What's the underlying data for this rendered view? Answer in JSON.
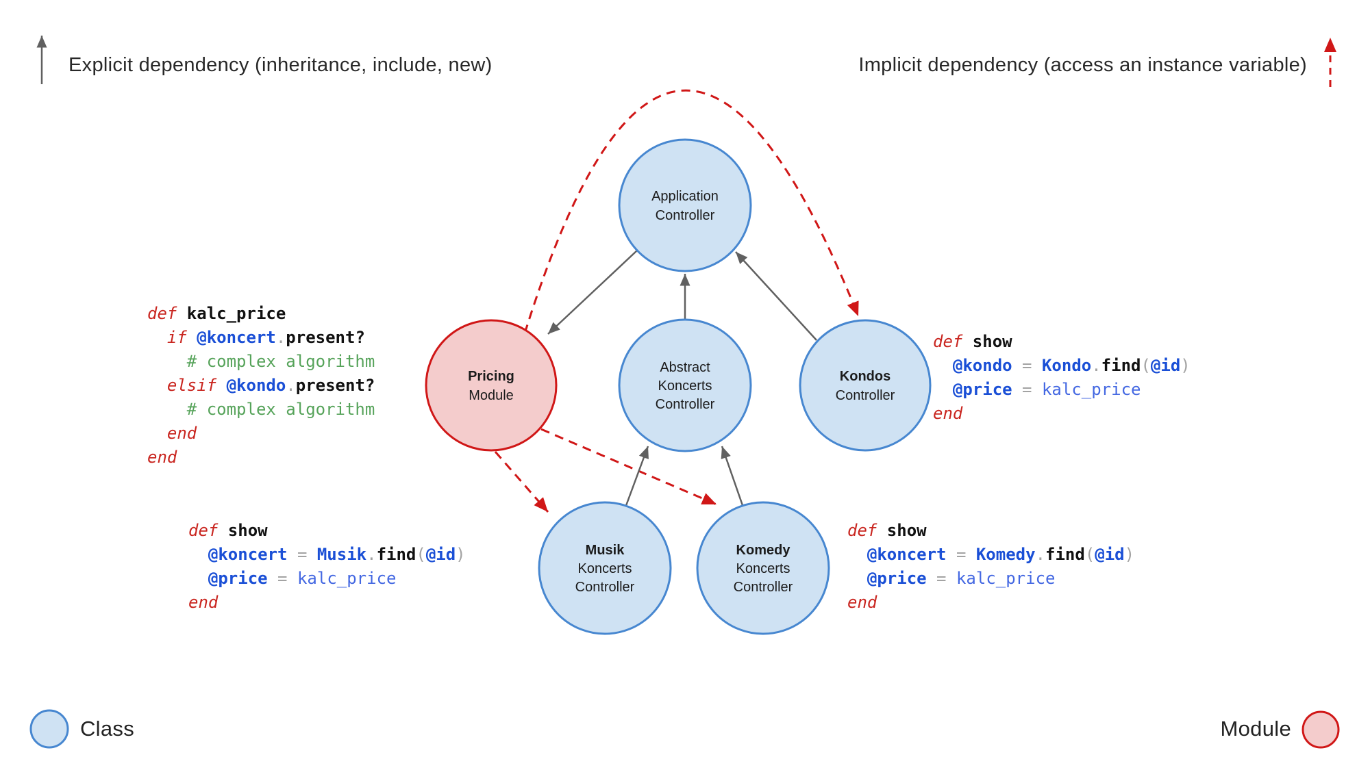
{
  "legend_top": {
    "explicit_label": "Explicit dependency (inheritance, include, new)",
    "implicit_label": "Implicit dependency (access an instance variable)"
  },
  "legend_bottom": {
    "class_label": "Class",
    "module_label": "Module"
  },
  "colors": {
    "class_fill": "#cfe2f3",
    "class_stroke": "#4787d0",
    "module_fill": "#f4cccc",
    "module_stroke": "#d01717",
    "explicit_arrow_gray": "#606060",
    "implicit_arrow_red": "#d01717",
    "keyword_red": "#c9251f",
    "comment_green": "#56a35a",
    "variable_blue": "#1a4fd6",
    "method_black": "#111111",
    "call_blue": "#4468e2",
    "punctuation_gray": "#a3a3a3"
  },
  "nodes": {
    "application": {
      "lines": [
        "Application",
        "Controller"
      ]
    },
    "pricing": {
      "lines": [
        "Pricing",
        "Module"
      ]
    },
    "abstract": {
      "lines": [
        "Abstract",
        "Koncerts",
        "Controller"
      ]
    },
    "kondos": {
      "lines": [
        "Kondos",
        "Controller"
      ]
    },
    "musik": {
      "lines": [
        "Musik",
        "Koncerts",
        "Controller"
      ]
    },
    "komedy": {
      "lines": [
        "Komedy",
        "Koncerts",
        "Controller"
      ]
    }
  },
  "code_blocks": {
    "kalc_price": {
      "lines": [
        [
          {
            "t": "def ",
            "c": "kw"
          },
          {
            "t": "kalc_price",
            "c": "name"
          }
        ],
        [
          {
            "t": "  if ",
            "c": "kw"
          },
          {
            "t": "@koncert",
            "c": "var"
          },
          {
            "t": ".",
            "c": "pun"
          },
          {
            "t": "present?",
            "c": "name"
          }
        ],
        [
          {
            "t": "    # complex algorithm",
            "c": "com"
          }
        ],
        [
          {
            "t": "  elsif ",
            "c": "kw"
          },
          {
            "t": "@kondo",
            "c": "var"
          },
          {
            "t": ".",
            "c": "pun"
          },
          {
            "t": "present?",
            "c": "name"
          }
        ],
        [
          {
            "t": "    # complex algorithm",
            "c": "com"
          }
        ],
        [
          {
            "t": "  end",
            "c": "kw"
          }
        ],
        [
          {
            "t": "end",
            "c": "kw"
          }
        ]
      ]
    },
    "kondos_show": {
      "lines": [
        [
          {
            "t": "def ",
            "c": "kw"
          },
          {
            "t": "show",
            "c": "name"
          }
        ],
        [
          {
            "t": "  ",
            "c": "pun"
          },
          {
            "t": "@kondo",
            "c": "var"
          },
          {
            "t": " = ",
            "c": "pun"
          },
          {
            "t": "Kondo",
            "c": "var"
          },
          {
            "t": ".",
            "c": "pun"
          },
          {
            "t": "find",
            "c": "name"
          },
          {
            "t": "(",
            "c": "pun"
          },
          {
            "t": "@id",
            "c": "var"
          },
          {
            "t": ")",
            "c": "pun"
          }
        ],
        [
          {
            "t": "  ",
            "c": "pun"
          },
          {
            "t": "@price",
            "c": "var"
          },
          {
            "t": " = ",
            "c": "pun"
          },
          {
            "t": "kalc_price",
            "c": "call"
          }
        ],
        [
          {
            "t": "end",
            "c": "kw"
          }
        ]
      ]
    },
    "musik_show": {
      "lines": [
        [
          {
            "t": "def ",
            "c": "kw"
          },
          {
            "t": "show",
            "c": "name"
          }
        ],
        [
          {
            "t": "  ",
            "c": "pun"
          },
          {
            "t": "@koncert",
            "c": "var"
          },
          {
            "t": " = ",
            "c": "pun"
          },
          {
            "t": "Musik",
            "c": "var"
          },
          {
            "t": ".",
            "c": "pun"
          },
          {
            "t": "find",
            "c": "name"
          },
          {
            "t": "(",
            "c": "pun"
          },
          {
            "t": "@id",
            "c": "var"
          },
          {
            "t": ")",
            "c": "pun"
          }
        ],
        [
          {
            "t": "  ",
            "c": "pun"
          },
          {
            "t": "@price",
            "c": "var"
          },
          {
            "t": " = ",
            "c": "pun"
          },
          {
            "t": "kalc_price",
            "c": "call"
          }
        ],
        [
          {
            "t": "end",
            "c": "kw"
          }
        ]
      ]
    },
    "komedy_show": {
      "lines": [
        [
          {
            "t": "def ",
            "c": "kw"
          },
          {
            "t": "show",
            "c": "name"
          }
        ],
        [
          {
            "t": "  ",
            "c": "pun"
          },
          {
            "t": "@koncert",
            "c": "var"
          },
          {
            "t": " = ",
            "c": "pun"
          },
          {
            "t": "Komedy",
            "c": "var"
          },
          {
            "t": ".",
            "c": "pun"
          },
          {
            "t": "find",
            "c": "name"
          },
          {
            "t": "(",
            "c": "pun"
          },
          {
            "t": "@id",
            "c": "var"
          },
          {
            "t": ")",
            "c": "pun"
          }
        ],
        [
          {
            "t": "  ",
            "c": "pun"
          },
          {
            "t": "@price",
            "c": "var"
          },
          {
            "t": " = ",
            "c": "pun"
          },
          {
            "t": "kalc_price",
            "c": "call"
          }
        ],
        [
          {
            "t": "end",
            "c": "kw"
          }
        ]
      ]
    }
  }
}
